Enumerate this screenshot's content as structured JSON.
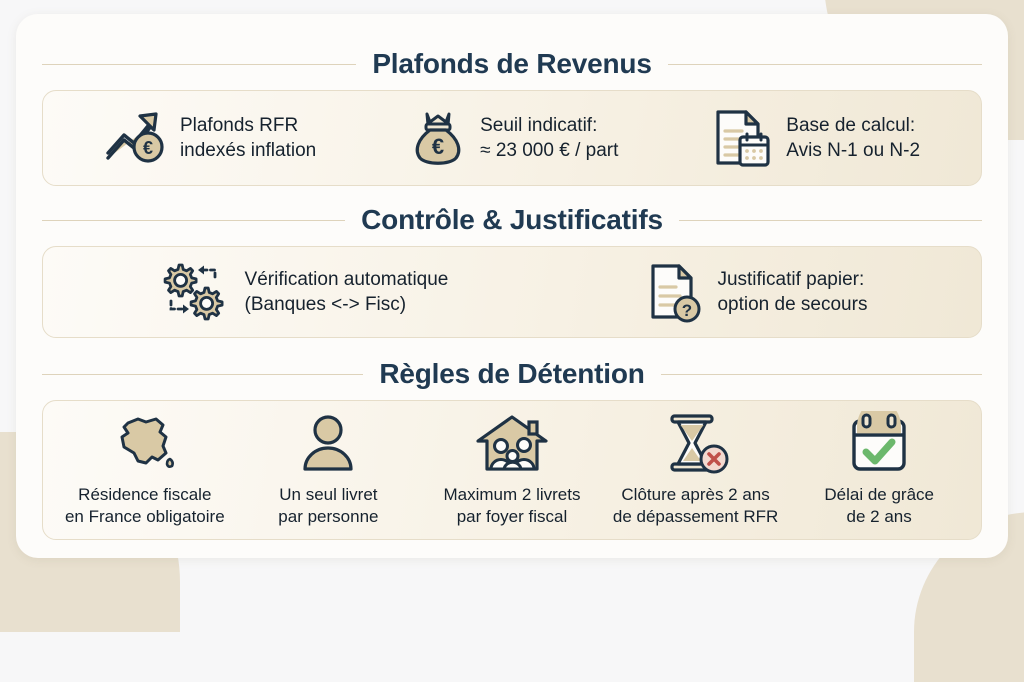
{
  "colors": {
    "page_background": "#f7f7f8",
    "card_background": "#fdfcfa",
    "decor_beige": "#e8e0cf",
    "title_navy": "#203a52",
    "body_text": "#16222e",
    "icon_outline": "#1f3244",
    "icon_fill_tan": "#d9c9a5",
    "icon_fill_cream": "#efe6d2",
    "rule": "#ded3bb",
    "panel_border": "#e6ddc9",
    "check_green": "#6cb86c",
    "cross_red": "#c0504a",
    "badge_pink": "#f3d9cf"
  },
  "sections": [
    {
      "id": "plafonds-de-revenus",
      "title": "Plafonds de Revenus",
      "layout": "horizontal",
      "items": [
        {
          "icon": "trending-up-euro-icon",
          "text": "Plafonds RFR\nindexés inflation"
        },
        {
          "icon": "money-bag-euro-icon",
          "text": "Seuil indicatif:\n≈ 23 000 € / part"
        },
        {
          "icon": "document-calendar-icon",
          "text": "Base de calcul:\nAvis N-1 ou N-2"
        }
      ]
    },
    {
      "id": "controle-et-justificatifs",
      "title": "Contrôle & Justificatifs",
      "layout": "horizontal",
      "items": [
        {
          "icon": "two-gears-sync-icon",
          "text": "Vérification automatique\n(Banques <-> Fisc)"
        },
        {
          "icon": "document-question-icon",
          "text": "Justificatif papier:\noption de secours"
        }
      ]
    },
    {
      "id": "regles-de-detention",
      "title": "Règles de Détention",
      "layout": "vertical",
      "items": [
        {
          "icon": "france-map-icon",
          "text": "Résidence fiscale\nen France obligatoire"
        },
        {
          "icon": "person-icon",
          "text": "Un seul livret\npar personne"
        },
        {
          "icon": "house-family-icon",
          "text": "Maximum 2 livrets\npar foyer fiscal"
        },
        {
          "icon": "hourglass-cross-icon",
          "text": "Clôture après 2 ans\nde dépassement RFR"
        },
        {
          "icon": "calendar-check-icon",
          "text": "Délai de grâce\nde 2 ans"
        }
      ]
    }
  ]
}
